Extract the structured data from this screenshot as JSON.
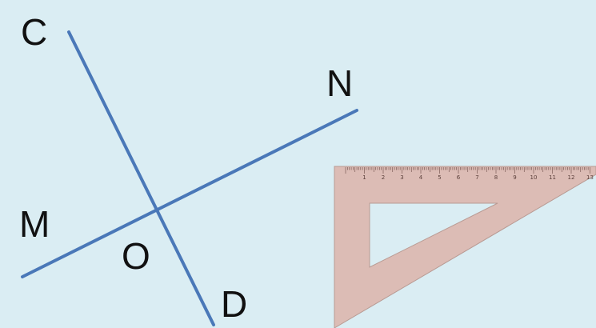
{
  "points": {
    "C": "C",
    "N": "N",
    "M": "M",
    "O": "O",
    "D": "D"
  },
  "lines": [
    {
      "name": "CD",
      "color": "#4a78b8"
    },
    {
      "name": "MN",
      "color": "#4a78b8"
    }
  ],
  "set_square": {
    "color": "#dcbcb5",
    "scale_numbers": [
      "1",
      "2",
      "3",
      "4",
      "5",
      "6",
      "7",
      "8",
      "9",
      "10",
      "11",
      "12",
      "13"
    ]
  }
}
